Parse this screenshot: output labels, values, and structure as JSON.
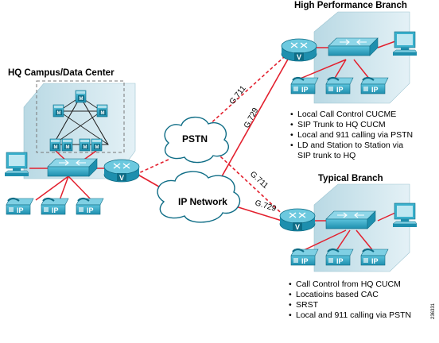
{
  "titles": {
    "hq": "HQ Campus/Data Center",
    "high_perf": "High Performance Branch",
    "typical": "Typical Branch"
  },
  "clouds": {
    "pstn": "PSTN",
    "ip_network": "IP Network"
  },
  "link_labels": {
    "hp_pstn": "G.711",
    "hp_ip": "G.729",
    "typ_pstn": "G.711",
    "typ_ip": "G.729"
  },
  "device_labels": {
    "ip_phone": "IP",
    "call_manager": "M",
    "voice_router": "V"
  },
  "high_perf_features": [
    "Local Call Control CUCME",
    "SIP Trunk to HQ CUCM",
    "Local and 911 calling via PSTN",
    "LD and Station to Station via",
    "SIP trunk to HQ"
  ],
  "typical_features": [
    "Call Control from HQ CUCM",
    "Locatioins based CAC",
    "SRST",
    "Local and 911 calling via PSTN"
  ],
  "figure_id": "236331",
  "colors": {
    "device": "#2da4c2",
    "device_dark": "#0f6d86",
    "building": "#cfe6ee",
    "link_red": "#e3202e",
    "link_black": "#222222"
  }
}
